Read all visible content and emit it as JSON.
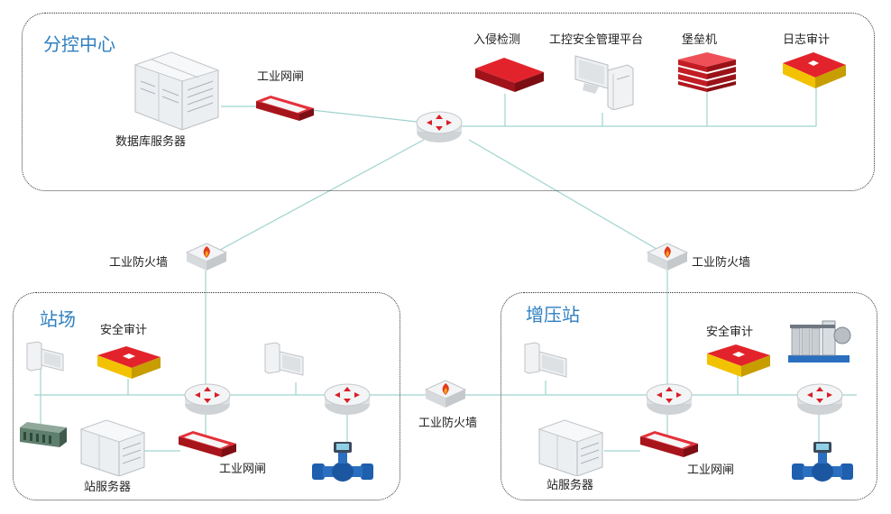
{
  "zones": {
    "control_center": "分控中心",
    "station": "站场",
    "booster": "增压站"
  },
  "labels": {
    "db_server": "数据库服务器",
    "gateway_top": "工业网闸",
    "ids": "入侵检测",
    "ics_platform": "工控安全管理平台",
    "bastion": "堡垒机",
    "log_audit": "日志审计",
    "fw_left": "工业防火墙",
    "fw_right": "工业防火墙",
    "fw_center": "工业防火墙",
    "st_audit": "安全审计",
    "st_server": "站服务器",
    "st_gateway": "工业网闸",
    "bs_audit": "安全审计",
    "bs_server": "站服务器",
    "bs_gateway": "工业网闸"
  },
  "colors": {
    "accent_red": "#d9222a",
    "yellow": "#f2c200",
    "link": "#9fd3cf",
    "title_blue": "#2f7fc1",
    "valve_blue": "#1e5fae"
  },
  "icons": [
    "router-icon",
    "firewall-icon",
    "gateway-icon",
    "server-rack-icon",
    "workstation-icon",
    "audit-device-icon",
    "ids-device-icon",
    "bastion-host-icon",
    "plc-icon",
    "flow-valve-icon",
    "pump-station-icon"
  ]
}
